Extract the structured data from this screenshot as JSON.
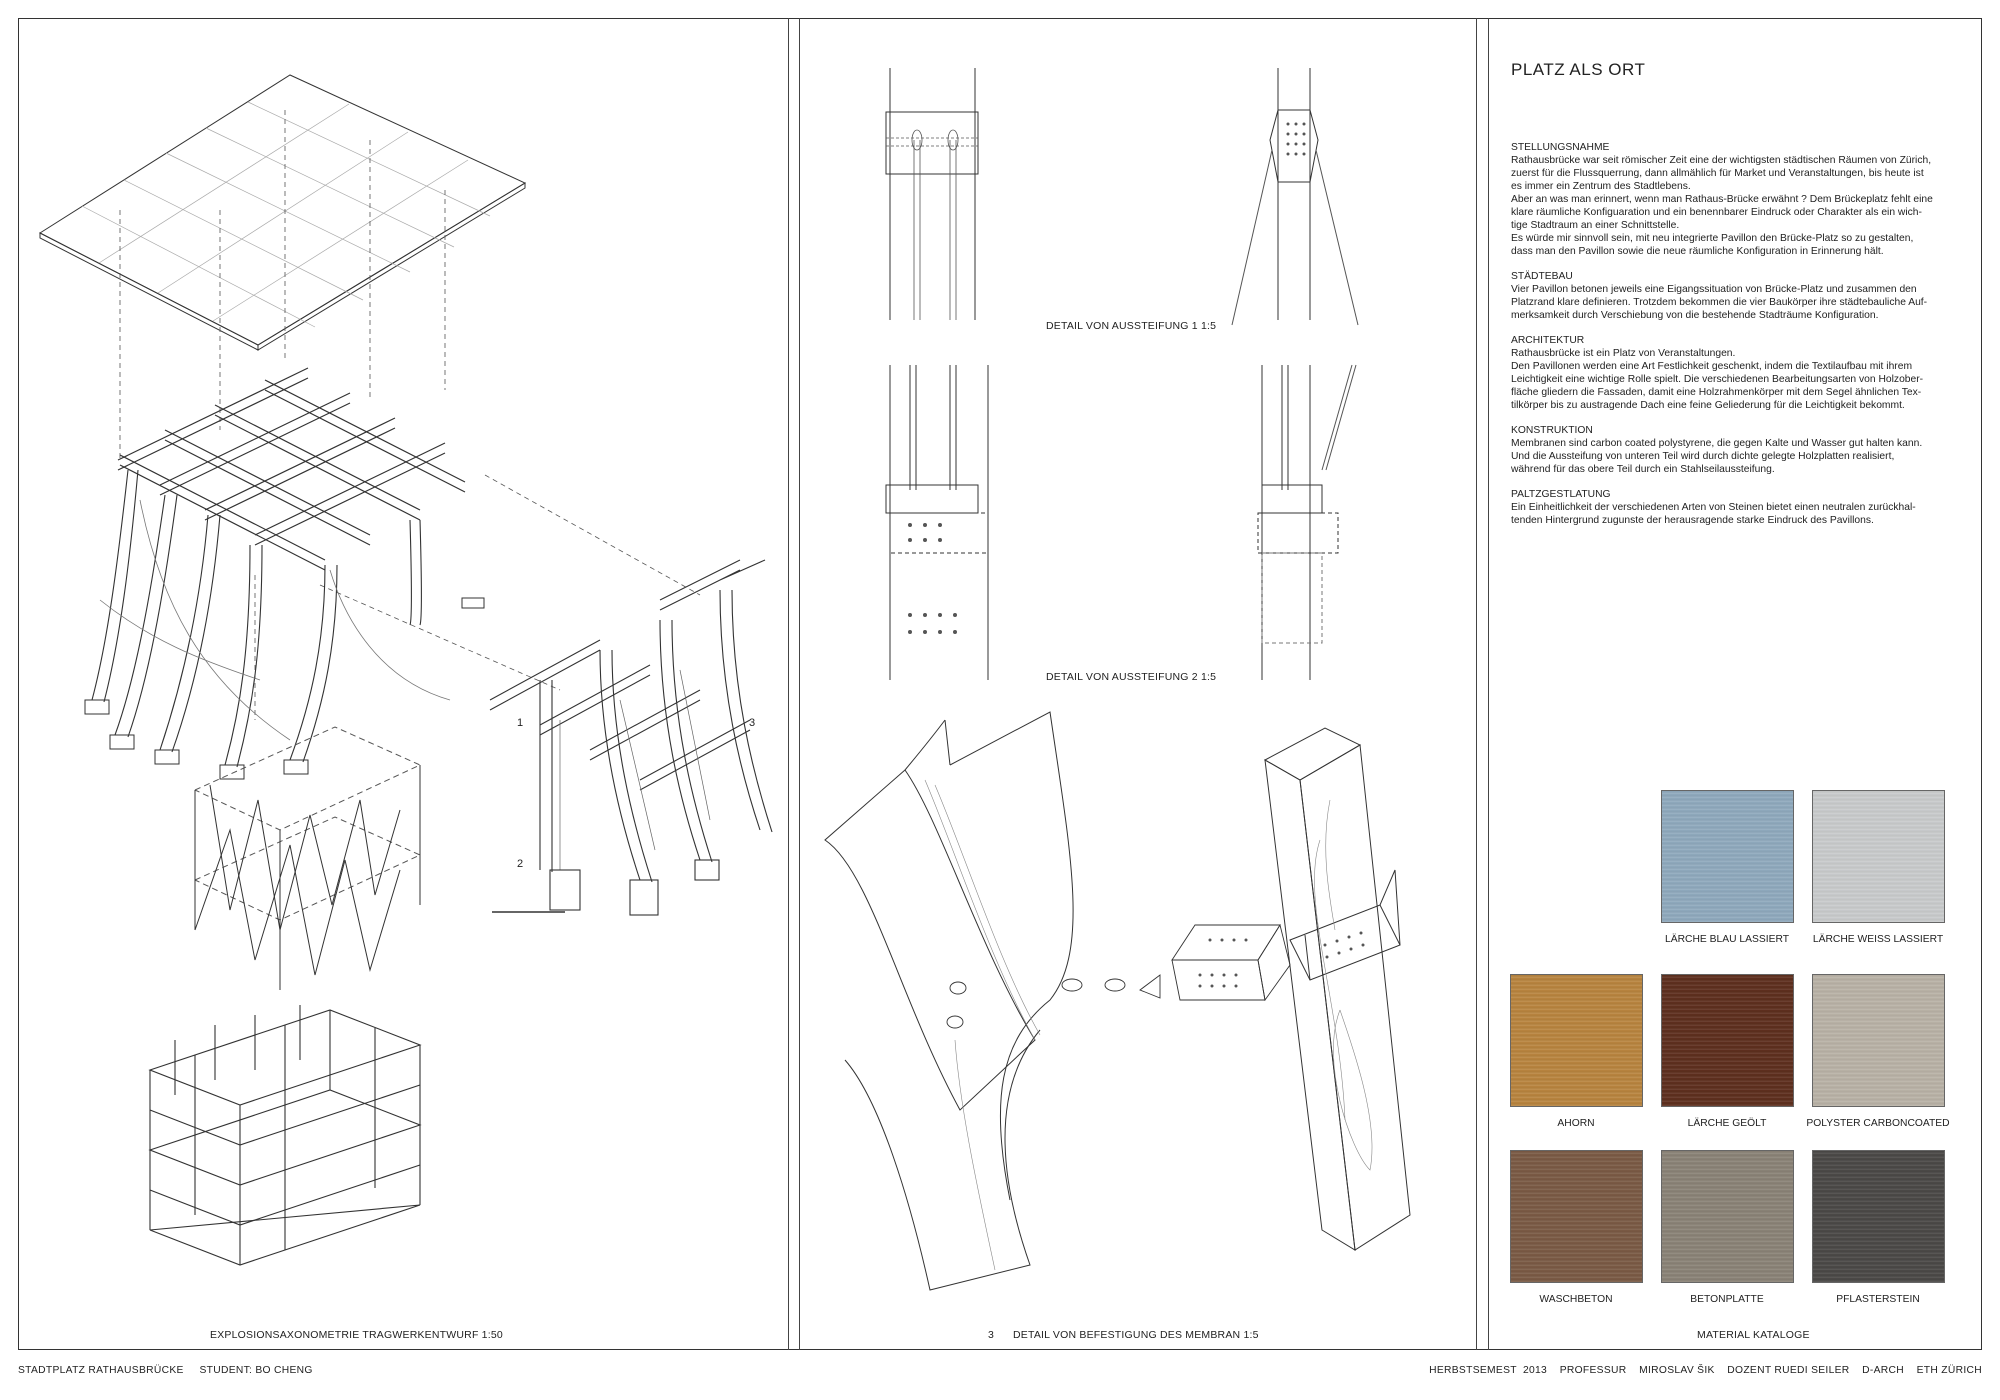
{
  "captions": {
    "explosion": "EXPLOSIONSAXONOMETRIE TRAGWERKENTWURF 1:50",
    "detail1": "DETAIL VON AUSSTEIFUNG 1  1:5",
    "detail2": "DETAIL VON AUSSTEIFUNG 2  1:5",
    "detail3_num": "3",
    "detail3": "DETAIL VON BEFESTIGUNG DES MEMBRAN 1:5",
    "material_catalog": "MATERIAL KATALOGE"
  },
  "markers": {
    "m1": "1",
    "m2": "2",
    "m3": "3"
  },
  "text": {
    "title": "PLATZ ALS ORT",
    "sections": [
      {
        "heading": "STELLUNGSNAHME",
        "body": "Rathausbrücke war seit römischer Zeit eine der wichtigsten städtischen Räumen von Zürich,\nzuerst für die Flussquerrung, dann allmählich für Market und Veranstaltungen, bis heute ist\nes immer ein Zentrum des Stadtlebens.\nAber an was man erinnert, wenn man Rathaus-Brücke erwähnt ? Dem Brückeplatz fehlt eine\nklare räumliche Konfiguaration und ein benennbarer Eindruck oder Charakter als ein wich-\ntige Stadtraum an einer Schnittstelle.\nEs würde mir sinnvoll sein, mit neu integrierte Pavillon den Brücke-Platz so zu gestalten,\ndass man den Pavillon sowie die neue räumliche Konfiguration in Erinnerung hält."
      },
      {
        "heading": "STÄDTEBAU",
        "body": "Vier Pavillon betonen jeweils eine Eigangssituation von Brücke-Platz und zusammen den\nPlatzrand klare definieren. Trotzdem bekommen die vier Baukörper ihre städtebauliche Auf-\nmerksamkeit durch Verschiebung von die bestehende Stadträume Konfiguration."
      },
      {
        "heading": "ARCHITEKTUR",
        "body": "Rathausbrücke ist ein Platz von Veranstaltungen.\nDen Pavillonen werden eine Art Festlichkeit geschenkt, indem die Textilaufbau mit ihrem\nLeichtigkeit eine wichtige Rolle spielt. Die verschiedenen Bearbeitungsarten von Holzober-\nfläche gliedern die Fassaden, damit eine Holzrahmenkörper mit dem Segel ähnlichen Tex-\ntilkörper bis zu austragende Dach eine feine Geliederung für die Leichtigkeit bekommt."
      },
      {
        "heading": "KONSTRUKTION",
        "body": "Membranen sind carbon coated polystyrene, die gegen Kalte und Wasser gut halten kann.\nUnd die Aussteifung von unteren Teil wird durch dichte gelegte Holzplatten realisiert,\nwährend für das obere Teil durch ein Stahlseilaussteifung."
      },
      {
        "heading": "PALTZGESTLATUNG",
        "body": "Ein Einheitlichkeit der verschiedenen Arten von Steinen bietet einen neutralen zurückhal-\ntenden Hintergrund zugunste der herausragende starke Eindruck des Pavillons."
      }
    ]
  },
  "materials": [
    {
      "label": "LÄRCHE BLAU LASSIERT",
      "color": "#8fa9bd"
    },
    {
      "label": "LÄRCHE WEISS LASSIERT",
      "color": "#c9cbcc"
    },
    {
      "label": "AHORN",
      "color": "#b8843f"
    },
    {
      "label": "LÄRCHE GEÖLT",
      "color": "#5e2f1e"
    },
    {
      "label": "POLYSTER CARBONCOATED",
      "color": "#b9b2a6"
    },
    {
      "label": "WASCHBETON",
      "color": "#7a5a44"
    },
    {
      "label": "BETONPLATTE",
      "color": "#8a8276"
    },
    {
      "label": "PFLASTERSTEIN",
      "color": "#4a4846"
    }
  ],
  "footer": {
    "left": "STADTPLATZ RATHAUSBRÜCKE     STUDENT: BO CHENG",
    "right": "HERBSTSEMEST  2013    PROFESSUR    MIROSLAV ŠIK    DOZENT RUEDI SEILER    D-ARCH    ETH ZÜRICH"
  }
}
